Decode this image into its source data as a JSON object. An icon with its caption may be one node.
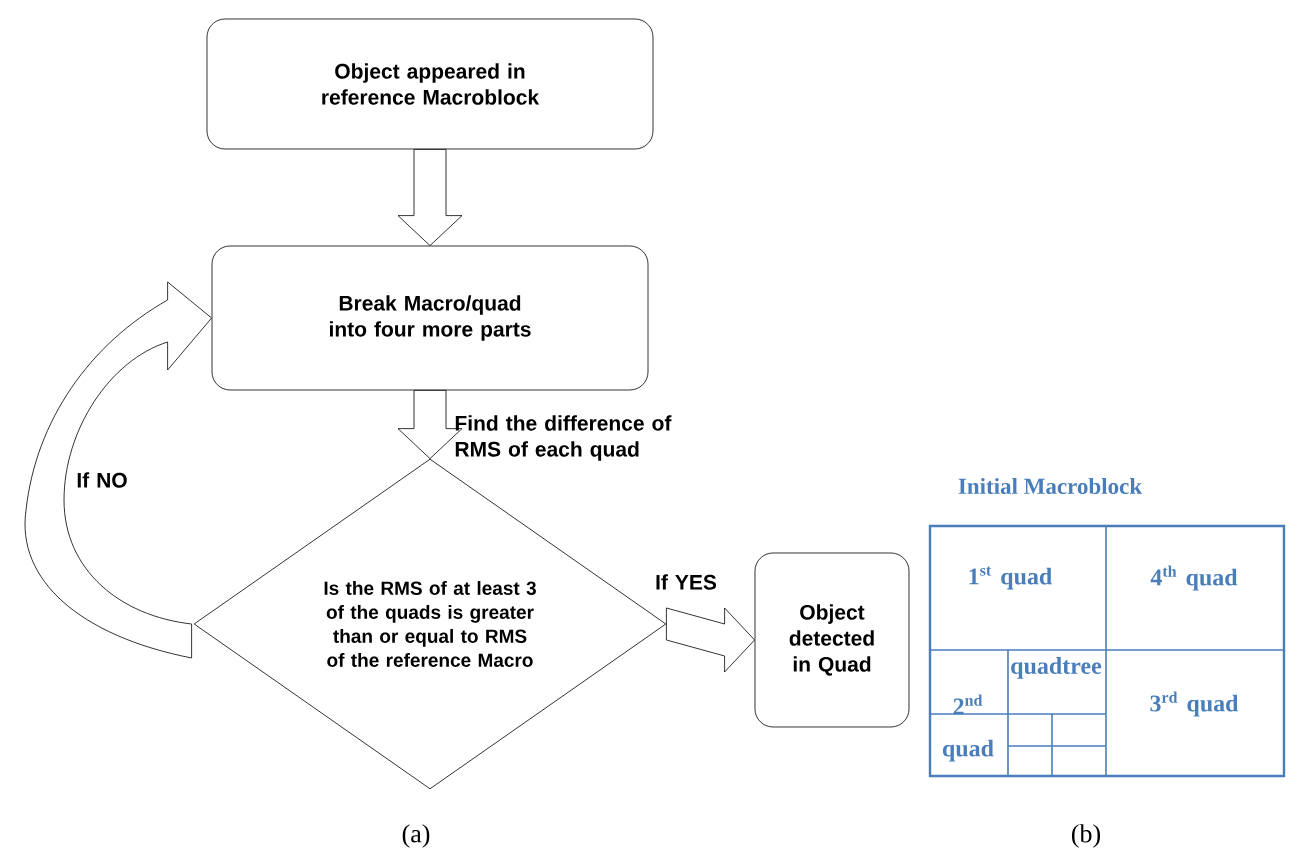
{
  "diagram": {
    "nodes": [
      {
        "text": [
          "Object appeared in reference Macroblock"
        ]
      },
      {
        "text": [
          "Break Macro/quad into four more parts"
        ]
      },
      {
        "text": [
          "Is the RMS of at least 3 of the quads is greater than or equal to RMS of the reference Macro"
        ]
      },
      {
        "text": [
          "Object detected in Quad"
        ]
      },
      {
        "text": [
          "Initial Macroblock"
        ]
      }
    ],
    "edges": [
      {
        "from": 0,
        "to": 1,
        "arrow": "to"
      },
      {
        "from": 1,
        "to": 2,
        "arrow": "to",
        "label": "Find the difference of RMS of each quad"
      },
      {
        "from": 2,
        "to": 3,
        "arrow": "to",
        "label": "If YES"
      },
      {
        "from": 2,
        "to": 1,
        "arrow": "to",
        "label": "If NO"
      }
    ],
    "labels": [
      "1$^{st}$ quad",
      "4$^{th}$ quad",
      "quadtree",
      "2$^{nd}$ quad",
      "3$^{rd}$ quad",
      "(a)",
      "(b)"
    ]
  }
}
